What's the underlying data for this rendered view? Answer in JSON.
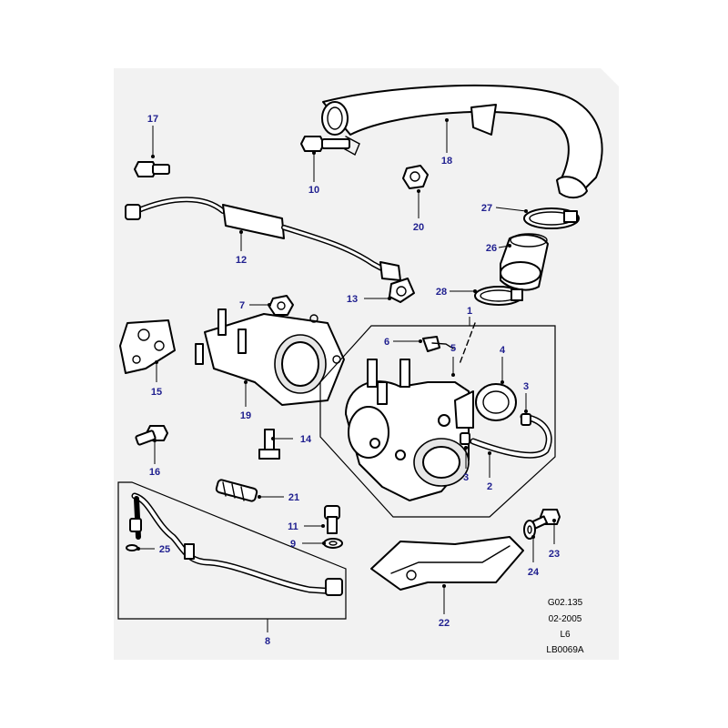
{
  "colors": {
    "background": "#ffffff",
    "panel": "#f2f2f2",
    "callout": "#1f1f8f",
    "line": "#000000"
  },
  "callouts": {
    "c1": "1",
    "c2": "2",
    "c3a": "3",
    "c3b": "3",
    "c4": "4",
    "c5": "5",
    "c6": "6",
    "c7": "7",
    "c8": "8",
    "c9": "9",
    "c10": "10",
    "c11": "11",
    "c12": "12",
    "c13": "13",
    "c14": "14",
    "c15": "15",
    "c16": "16",
    "c17": "17",
    "c18": "18",
    "c19": "19",
    "c20": "20",
    "c21": "21",
    "c22": "22",
    "c23": "23",
    "c24": "24",
    "c25": "25",
    "c26": "26",
    "c27": "27",
    "c28": "28"
  },
  "footer": {
    "code": "G02.135",
    "date": "02-2005",
    "model": "L6",
    "ref": "LB0069A"
  }
}
